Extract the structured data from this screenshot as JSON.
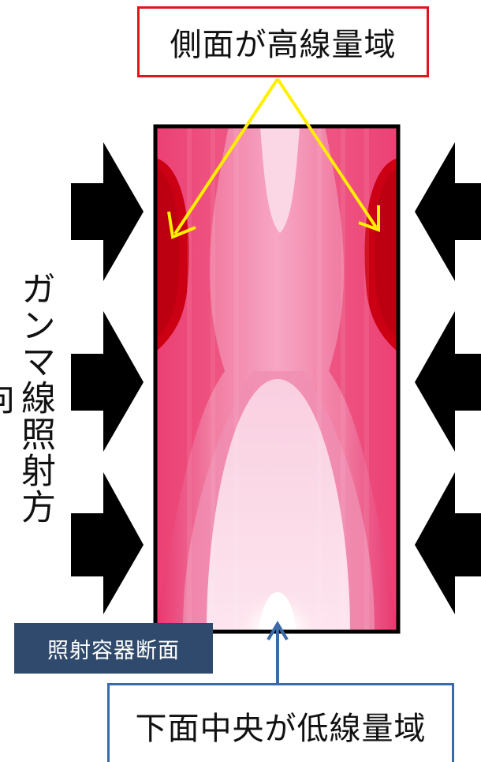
{
  "top_callout": {
    "text": "側面が高線量域",
    "border_color": "#e0151c"
  },
  "bottom_callout": {
    "text": "下面中央が低線量域",
    "border_color": "#3a6aa8"
  },
  "vessel_label": {
    "text": "照射容器断面",
    "background": "#2f4a6c"
  },
  "irradiation_direction": {
    "text": "ガンマ線照射方向"
  },
  "colors": {
    "high_dose": "#cc0014",
    "mid_dose": "#e8336a",
    "low_dose": "#f7c3d8",
    "lowest_dose": "#ffffff",
    "leader_top": "#ffef00",
    "leader_bottom": "#3a6aa8",
    "gamma_arrow": "#000000"
  },
  "icons": [
    "gamma-arrow-left-icon",
    "gamma-arrow-right-icon"
  ]
}
